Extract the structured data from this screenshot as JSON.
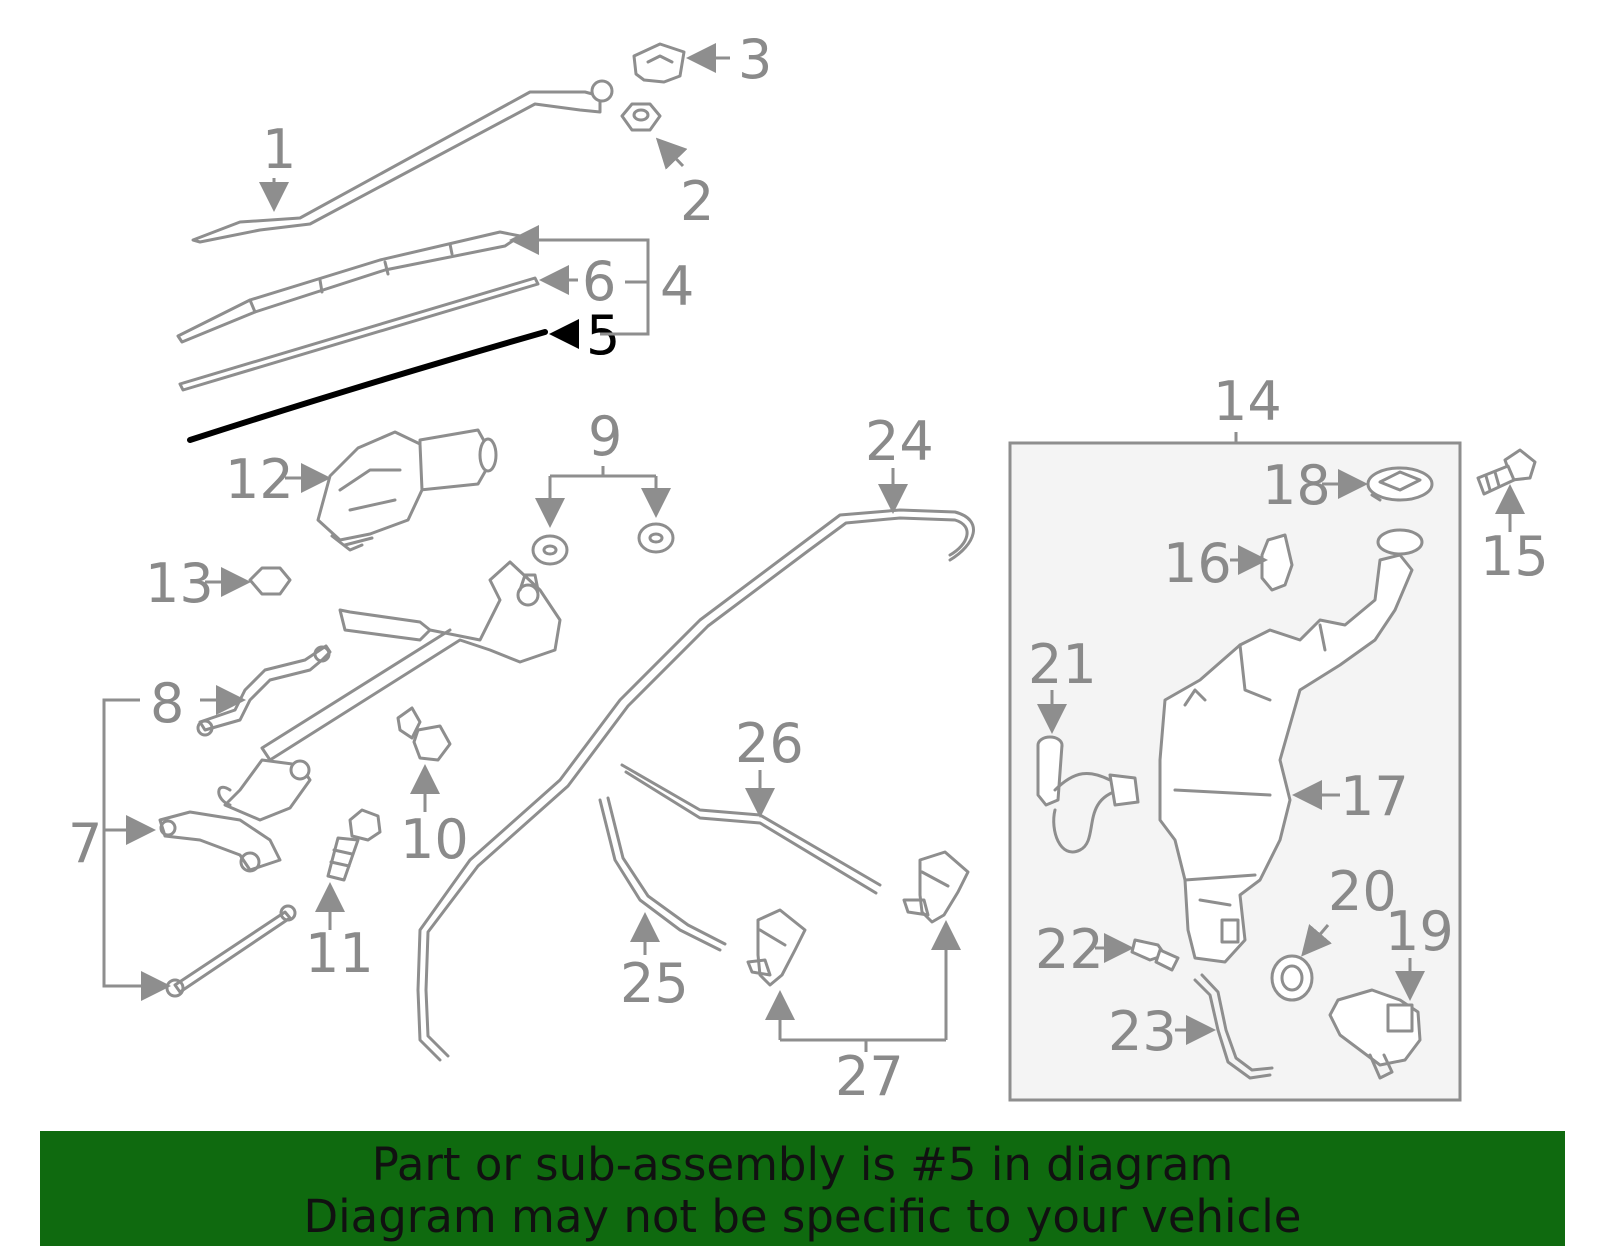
{
  "diagram": {
    "highlight_part": "5",
    "colors": {
      "part_stroke": "#8e8e8e",
      "label": "#8a8a8a",
      "highlight": "#000000",
      "assembly_box_fill": "#f4f4f4"
    },
    "callouts": [
      "1",
      "2",
      "3",
      "4",
      "5",
      "6",
      "7",
      "8",
      "9",
      "10",
      "11",
      "12",
      "13",
      "14",
      "15",
      "16",
      "17",
      "18",
      "19",
      "20",
      "21",
      "22",
      "23",
      "24",
      "25",
      "26",
      "27"
    ]
  },
  "banner": {
    "line1": "Part or sub-assembly is #5 in diagram",
    "line2": "Diagram may not be specific to your vehicle",
    "background": "#0f6a0f"
  }
}
